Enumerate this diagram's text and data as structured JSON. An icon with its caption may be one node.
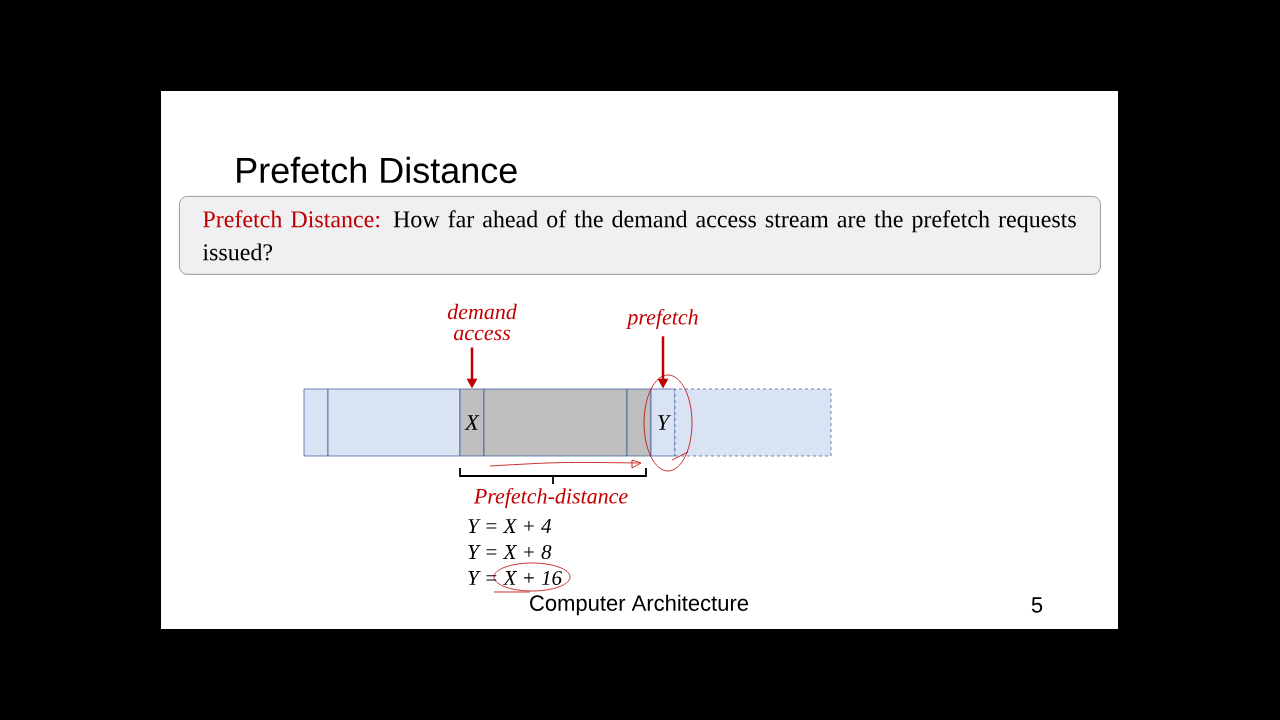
{
  "diagram": {
    "title": "Prefetch Distance",
    "nodes": [
      {
        "text": [
          "Prefetch Distance:",
          "How far ahead of the demand access stream are the prefetch requests issued?"
        ]
      },
      {
        "text": [],
        "shape": "box"
      },
      {
        "text": [],
        "shape": "box"
      },
      {
        "text": [
          "X"
        ]
      },
      {
        "text": [],
        "shape": "box"
      },
      {
        "text": [],
        "shape": "box"
      },
      {
        "text": [
          "Y"
        ]
      },
      {
        "text": [],
        "shape": "box"
      },
      {
        "text": [
          "demand access"
        ]
      },
      {
        "text": [
          "prefetch"
        ]
      }
    ],
    "edges": [
      {
        "from": 8,
        "to": 3,
        "arrow": "to"
      },
      {
        "from": 9,
        "to": 6,
        "arrow": "to"
      }
    ],
    "labels": [
      "Prefetch-distance",
      "Y = X + 4",
      "Y = X + 8",
      "Y = X + 16",
      "Computer Architecture",
      "5"
    ]
  }
}
